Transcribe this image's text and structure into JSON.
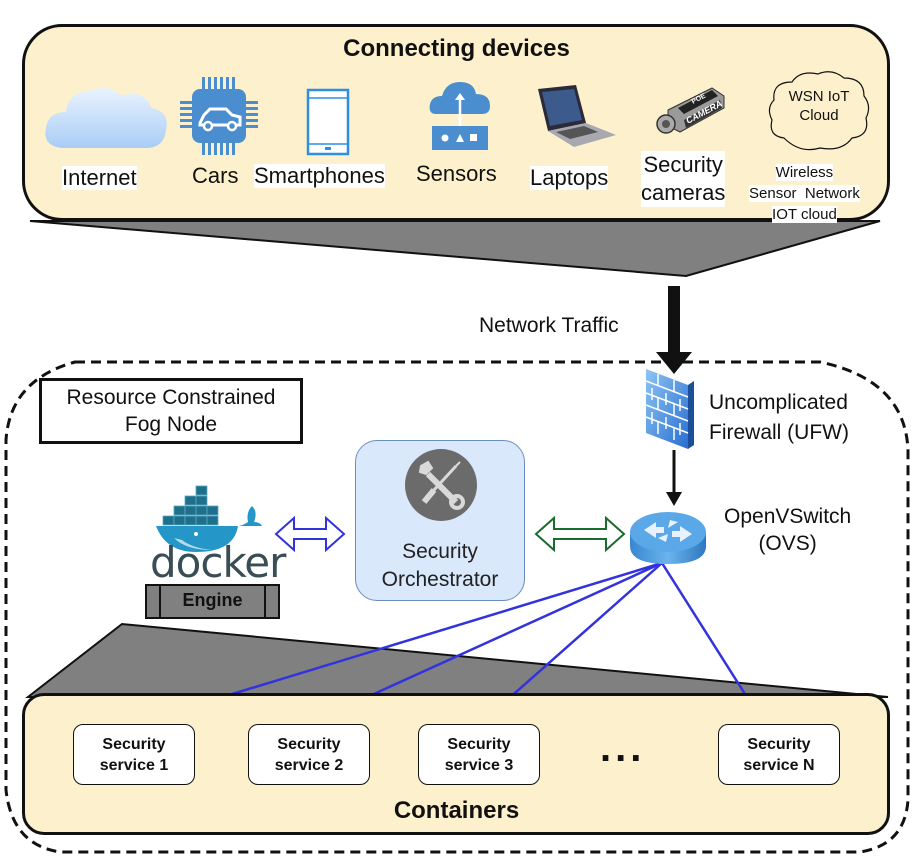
{
  "connecting_devices": {
    "title": "Connecting devices",
    "devices": [
      {
        "label": "Internet",
        "icon": "cloud-icon"
      },
      {
        "label": "Cars",
        "icon": "car-chip-icon"
      },
      {
        "label": "Smartphones",
        "icon": "smartphone-icon"
      },
      {
        "label": "Sensors",
        "icon": "sensor-cloud-icon"
      },
      {
        "label": "Laptops",
        "icon": "laptop-icon"
      },
      {
        "label_line1": "Security",
        "label_line2": "cameras",
        "icon": "camera-icon",
        "camera_text_top": "POE",
        "camera_text_bottom": "CAMERA"
      },
      {
        "cloud_line1": "WSN IoT",
        "cloud_line2": "Cloud",
        "label_line1": "Wireless",
        "label_line2": "Sensor  Network",
        "label_line3": "IOT cloud",
        "icon": "wsn-cloud-icon"
      }
    ]
  },
  "network_traffic": {
    "label": "Network Traffic"
  },
  "fog_node": {
    "title_line1": "Resource Constrained",
    "title_line2": "Fog Node",
    "firewall": {
      "line1": "Uncomplicated",
      "line2": "Firewall (UFW)"
    },
    "switch": {
      "line1": "OpenVSwitch",
      "line2": "(OVS)"
    },
    "orchestrator": {
      "line1": "Security",
      "line2": "Orchestrator"
    },
    "docker": {
      "logo_text": "docker",
      "engine_label": "Engine"
    },
    "containers": {
      "title": "Containers",
      "ellipsis": "...",
      "services": [
        {
          "line1": "Security",
          "line2": "service 1"
        },
        {
          "line1": "Security",
          "line2": "service 2"
        },
        {
          "line1": "Security",
          "line2": "service 3"
        },
        {
          "line1": "Security",
          "line2": "service N"
        }
      ]
    }
  },
  "colors": {
    "panel_fill": "#fdf0cc",
    "orchestrator_fill": "#dae8fc",
    "blue_link": "#3333dd",
    "green_arrow": "#1a6b2e",
    "gray_funnel": "#808080",
    "icon_blue": "#4a8ed0"
  }
}
